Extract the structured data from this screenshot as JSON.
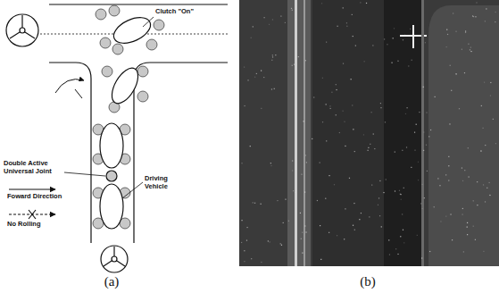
{
  "diagram": {
    "labels": [
      "Clutch \"On\"",
      "Double Active Universal Joint",
      "Driving Vehicle",
      "(a)",
      "(b)"
    ],
    "legend": [
      {
        "text": "Foward Direction"
      },
      {
        "text": "No Rolling"
      }
    ]
  }
}
